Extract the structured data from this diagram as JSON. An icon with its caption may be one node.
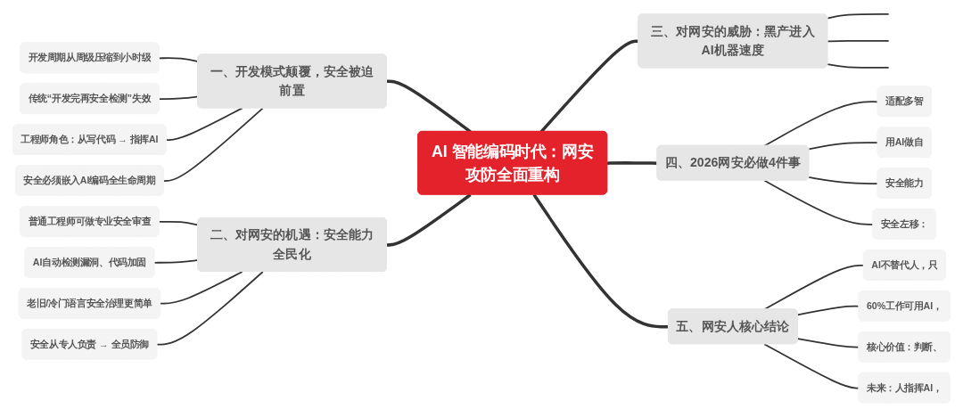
{
  "diagram": {
    "nodes": [
      {
        "text": [
          "AI 智能编码时代：网安攻防全面重构"
        ]
      },
      {
        "text": [
          "一、开发模式颠覆，安全被迫前置"
        ]
      },
      {
        "text": [
          "开发周期从周级压缩到小时级"
        ]
      },
      {
        "text": [
          "传统“开发完再安全检测”失效"
        ]
      },
      {
        "text": [
          "工程师角色：从写代码 → 指挥AI"
        ]
      },
      {
        "text": [
          "安全必须嵌入AI编码全生命周期"
        ]
      },
      {
        "text": [
          "二、对网安的机遇：安全能力全民化"
        ]
      },
      {
        "text": [
          "普通工程师可做专业安全审查"
        ]
      },
      {
        "text": [
          "AI自动检测漏洞、代码加固"
        ]
      },
      {
        "text": [
          "老旧/冷门语言安全治理更简单"
        ]
      },
      {
        "text": [
          "安全从专人负责 → 全员防御"
        ]
      },
      {
        "text": [
          "三、对网安的威胁：黑产进入AI机器速度"
        ]
      },
      {
        "text": [
          "四、2026网安必做4件事"
        ]
      },
      {
        "text": [
          "适配多智"
        ]
      },
      {
        "text": [
          "用AI做自"
        ]
      },
      {
        "text": [
          "安全能力"
        ]
      },
      {
        "text": [
          "安全左移："
        ]
      },
      {
        "text": [
          "五、网安人核心结论"
        ]
      },
      {
        "text": [
          "AI不替代人，只"
        ]
      },
      {
        "text": [
          "60%工作可用AI，"
        ]
      },
      {
        "text": [
          "核心价值：判断、"
        ]
      },
      {
        "text": [
          "未来：人指挥AI，"
        ]
      }
    ],
    "edges": [
      {
        "from": 1,
        "to": 0,
        "arrow": "none",
        "style": "thick"
      },
      {
        "from": 2,
        "to": 1,
        "arrow": "none"
      },
      {
        "from": 3,
        "to": 1,
        "arrow": "none"
      },
      {
        "from": 4,
        "to": 1,
        "arrow": "none"
      },
      {
        "from": 5,
        "to": 1,
        "arrow": "none"
      },
      {
        "from": 6,
        "to": 0,
        "arrow": "none",
        "style": "thick"
      },
      {
        "from": 7,
        "to": 6,
        "arrow": "none"
      },
      {
        "from": 8,
        "to": 6,
        "arrow": "none"
      },
      {
        "from": 9,
        "to": 6,
        "arrow": "none"
      },
      {
        "from": 10,
        "to": 6,
        "arrow": "none"
      },
      {
        "from": 0,
        "to": 11,
        "arrow": "none",
        "style": "thick"
      },
      {
        "from": 11,
        "to": null,
        "arrow": "none"
      },
      {
        "from": 11,
        "to": null,
        "arrow": "none"
      },
      {
        "from": 11,
        "to": null,
        "arrow": "none"
      },
      {
        "from": 0,
        "to": 12,
        "arrow": "none",
        "style": "thick"
      },
      {
        "from": 12,
        "to": 13,
        "arrow": "none"
      },
      {
        "from": 12,
        "to": 14,
        "arrow": "none"
      },
      {
        "from": 12,
        "to": 15,
        "arrow": "none"
      },
      {
        "from": 12,
        "to": 16,
        "arrow": "none"
      },
      {
        "from": 0,
        "to": 17,
        "arrow": "none",
        "style": "thick"
      },
      {
        "from": 17,
        "to": 18,
        "arrow": "none"
      },
      {
        "from": 17,
        "to": 19,
        "arrow": "none"
      },
      {
        "from": 17,
        "to": 20,
        "arrow": "none"
      },
      {
        "from": 17,
        "to": 21,
        "arrow": "none"
      }
    ]
  }
}
